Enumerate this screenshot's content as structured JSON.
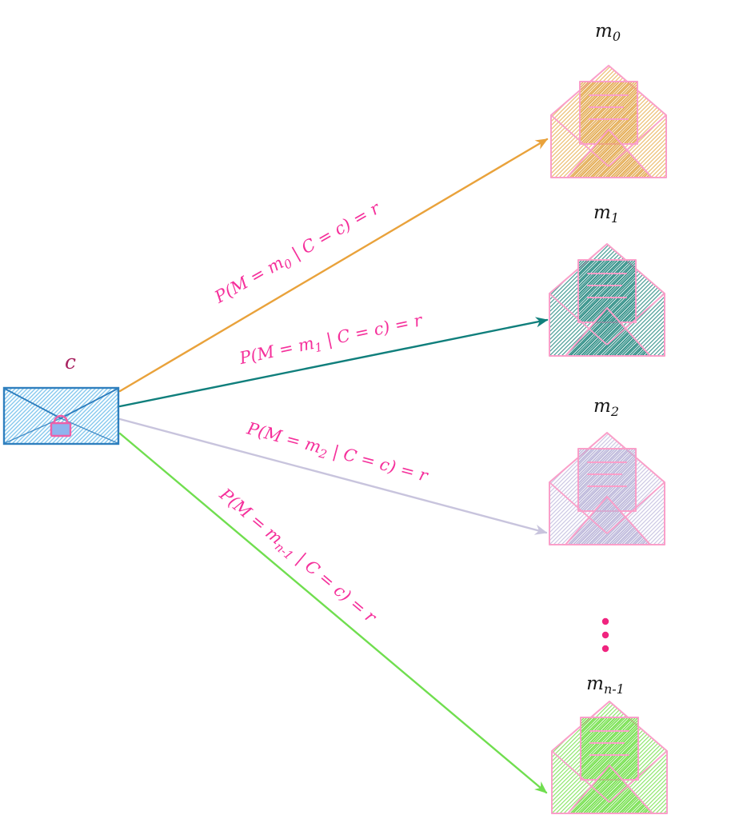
{
  "diagram": {
    "kind": "probabilistic-decryption-diagram",
    "background": "#ffffff"
  },
  "ciphertext": {
    "label": "c",
    "label_color": "#a8215f",
    "stroke_color": "#2f7fbe",
    "hatch_color": "#85c8ee",
    "lock": {
      "icon": "padlock",
      "outline_color": "#ee5fa8",
      "body_color": "#8fb3ee"
    }
  },
  "envelope_outline_color": "#fa9fc9",
  "probability_label_color": "#f5309b",
  "message_label_color": "#161616",
  "ellipsis": {
    "dots": 3,
    "color": "#f0247f"
  },
  "messages": [
    {
      "name": "m0",
      "label_base": "m",
      "label_sub": "0",
      "arrow_color": "#e9a23b",
      "hatch_color": "#ecbe72",
      "hatch_dense_color": "#e2a84f",
      "probability": {
        "pre": "P(M = m",
        "sub": "0",
        "post": " | C = c) = r"
      }
    },
    {
      "name": "m1",
      "label_base": "m",
      "label_sub": "1",
      "arrow_color": "#107f7c",
      "hatch_color": "#4a9d96",
      "hatch_dense_color": "#2d8d85",
      "probability": {
        "pre": "P(M = m",
        "sub": "1",
        "post": " | C = c) = r"
      }
    },
    {
      "name": "m2",
      "label_base": "m",
      "label_sub": "2",
      "arrow_color": "#c8c4dd",
      "hatch_color": "#ccc8e4",
      "hatch_dense_color": "#b9b4d8",
      "probability": {
        "pre": "P(M = m",
        "sub": "2",
        "post": " | C = c) = r"
      }
    },
    {
      "name": "mn-1",
      "label_base": "m",
      "label_sub": "n-1",
      "arrow_color": "#70de4f",
      "hatch_color": "#90e76e",
      "hatch_dense_color": "#72df4a",
      "probability": {
        "pre": "P(M = m",
        "sub": "n-1",
        "post": " | C = c) = r"
      }
    }
  ]
}
